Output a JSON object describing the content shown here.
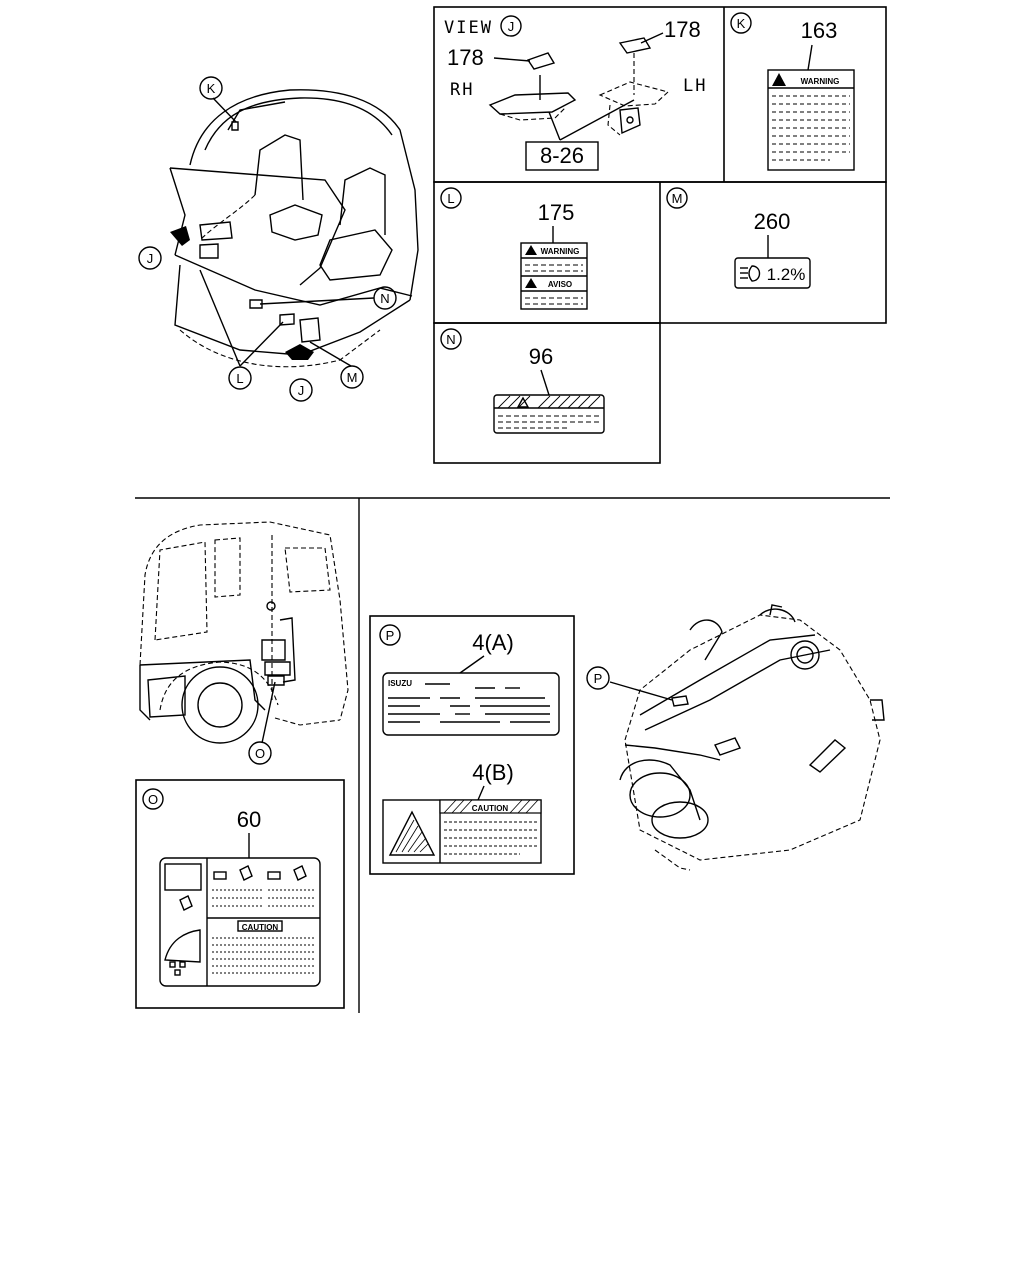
{
  "callouts": {
    "J": "J",
    "K": "K",
    "L": "L",
    "M": "M",
    "N": "N",
    "O": "O",
    "P": "P"
  },
  "view_j": {
    "title": "VIEW",
    "part_178_left": "178",
    "part_178_right": "178",
    "rh": "RH",
    "lh": "LH",
    "ref": "8-26"
  },
  "panel_k": {
    "part": "163",
    "label_text": "WARNING"
  },
  "panel_l": {
    "part": "175",
    "warning": "WARNING",
    "aviso": "AVISO"
  },
  "panel_m": {
    "part": "260",
    "value": "1.2%"
  },
  "panel_n": {
    "part": "96"
  },
  "panel_o": {
    "part": "60",
    "label_text": "CAUTION"
  },
  "panel_p": {
    "part_a": "4(A)",
    "part_b": "4(B)",
    "brand": "ISUZU",
    "label_text": "CAUTION"
  }
}
